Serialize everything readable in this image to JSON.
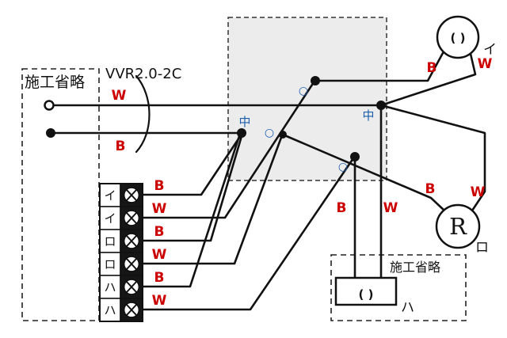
{
  "notes": {
    "left": "施工省略",
    "bottom": "施工省略"
  },
  "cable_label": "VVR2.0-2C",
  "colors": {
    "label_red": "#cc0000",
    "mark_blue": "#1e5fae",
    "junction_box_fill": "#ececec"
  },
  "source": {
    "w": "W",
    "b": "B"
  },
  "terminal_block": {
    "rows": [
      {
        "label": "イ",
        "wire": "B"
      },
      {
        "label": "イ",
        "wire": "W"
      },
      {
        "label": "ロ",
        "wire": "B"
      },
      {
        "label": "ロ",
        "wire": "W"
      },
      {
        "label": "ハ",
        "wire": "B"
      },
      {
        "label": "ハ",
        "wire": "W"
      }
    ]
  },
  "sleeves": {
    "medium_1": "中",
    "medium_2": "中",
    "small_1": "○",
    "small_2": "○",
    "small_3": "○"
  },
  "devices": {
    "light_i": {
      "symbol": "( )",
      "name": "イ",
      "b": "B",
      "w": "W"
    },
    "receptacle_ro": {
      "symbol": "R",
      "name": "ロ",
      "b": "B",
      "w": "W"
    },
    "light_ha": {
      "symbol": "( )",
      "name": "ハ",
      "b": "B",
      "w": "W"
    }
  }
}
